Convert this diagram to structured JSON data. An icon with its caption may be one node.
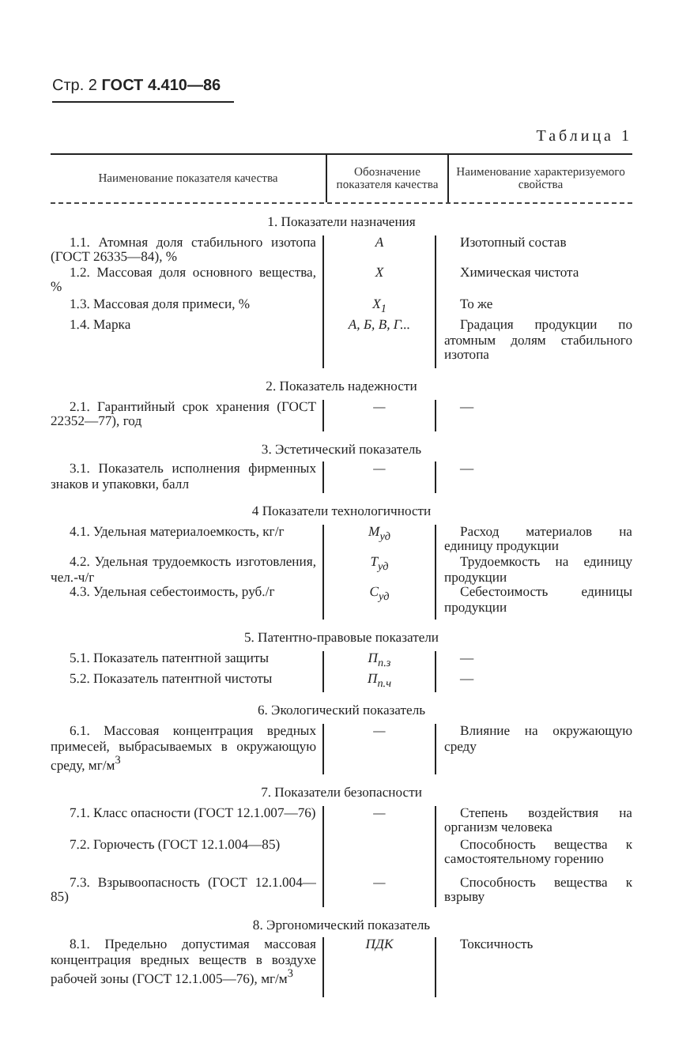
{
  "diagram": {
    "labels": [
      "Стр. 2 **ГОСТ 4.410—86**",
      "Таблица 1",
      "Наименование показателя качества",
      "Обозначение показателя качества",
      "Наименование характеризуемого свойства",
      "1. Показатели назначения",
      "1.1. Атомная доля стабильного изотопа (ГОСТ 26335—84), %",
      "A",
      "Изотопный состав",
      "1.2. Массовая доля основного вещества, %",
      "X",
      "Химическая чистота",
      "1.3. Массовая доля примеси, %",
      "X$_{1}$",
      "То же",
      "1.4. Марка",
      "А, Б, В, Г...",
      "Градация продукции по атомным долям стабильного изотопа",
      "2. Показатель надежности",
      "2.1. Гарантийный срок хранения (ГОСТ 22352—77), год",
      "—",
      "—",
      "3. Эстетический показатель",
      "3.1. Показатель исполнения фирменных знаков и упаковки, балл",
      "—",
      "—",
      "4 Показатели технологичности",
      "4.1. Удельная материалоемкость, кг/г",
      "M$_{уд}$",
      "Расход материалов на единицу продукции",
      "4.2. Удельная трудоемкость изготовления, чел.-ч/г",
      "T$_{уд}$",
      "Трудоемкость на единицу продукции",
      "4.3. Удельная себестоимость, руб./г",
      "C$_{уд}$",
      "Себестоимость единицы продукции",
      "5. Патентно-правовые показатели",
      "5.1. Показатель патентной защиты",
      "П$_{п.з}$",
      "—",
      "5.2. Показатель патентной чистоты",
      "П$_{п.ч}$",
      "—",
      "6. Экологический показатель",
      "6.1. Массовая концентрация вредных примесей, выбрасываемых в окружающую среду, мг/м$^{3}$",
      "—",
      "Влияние на окружающую среду",
      "7. Показатели безопасности",
      "7.1. Класс опасности (ГОСТ 12.1.007—76)",
      "—",
      "Степень воздействия на организм человека",
      "7.2. Горючесть (ГОСТ 12.1.004—85)",
      "Способность вещества к самостоятельному горению",
      "7.3. Взрывоопасность (ГОСТ 12.1.004—85)",
      "—",
      "Способность вещества к взрыву",
      "8. Эргономический показатель",
      "8.1. Предельно допустимая массовая концентрация вредных веществ в воздухе рабочей зоны (ГОСТ 12.1.005—76), мг/м$^{3}$",
      "ПДК",
      "Токсичность"
    ]
  }
}
